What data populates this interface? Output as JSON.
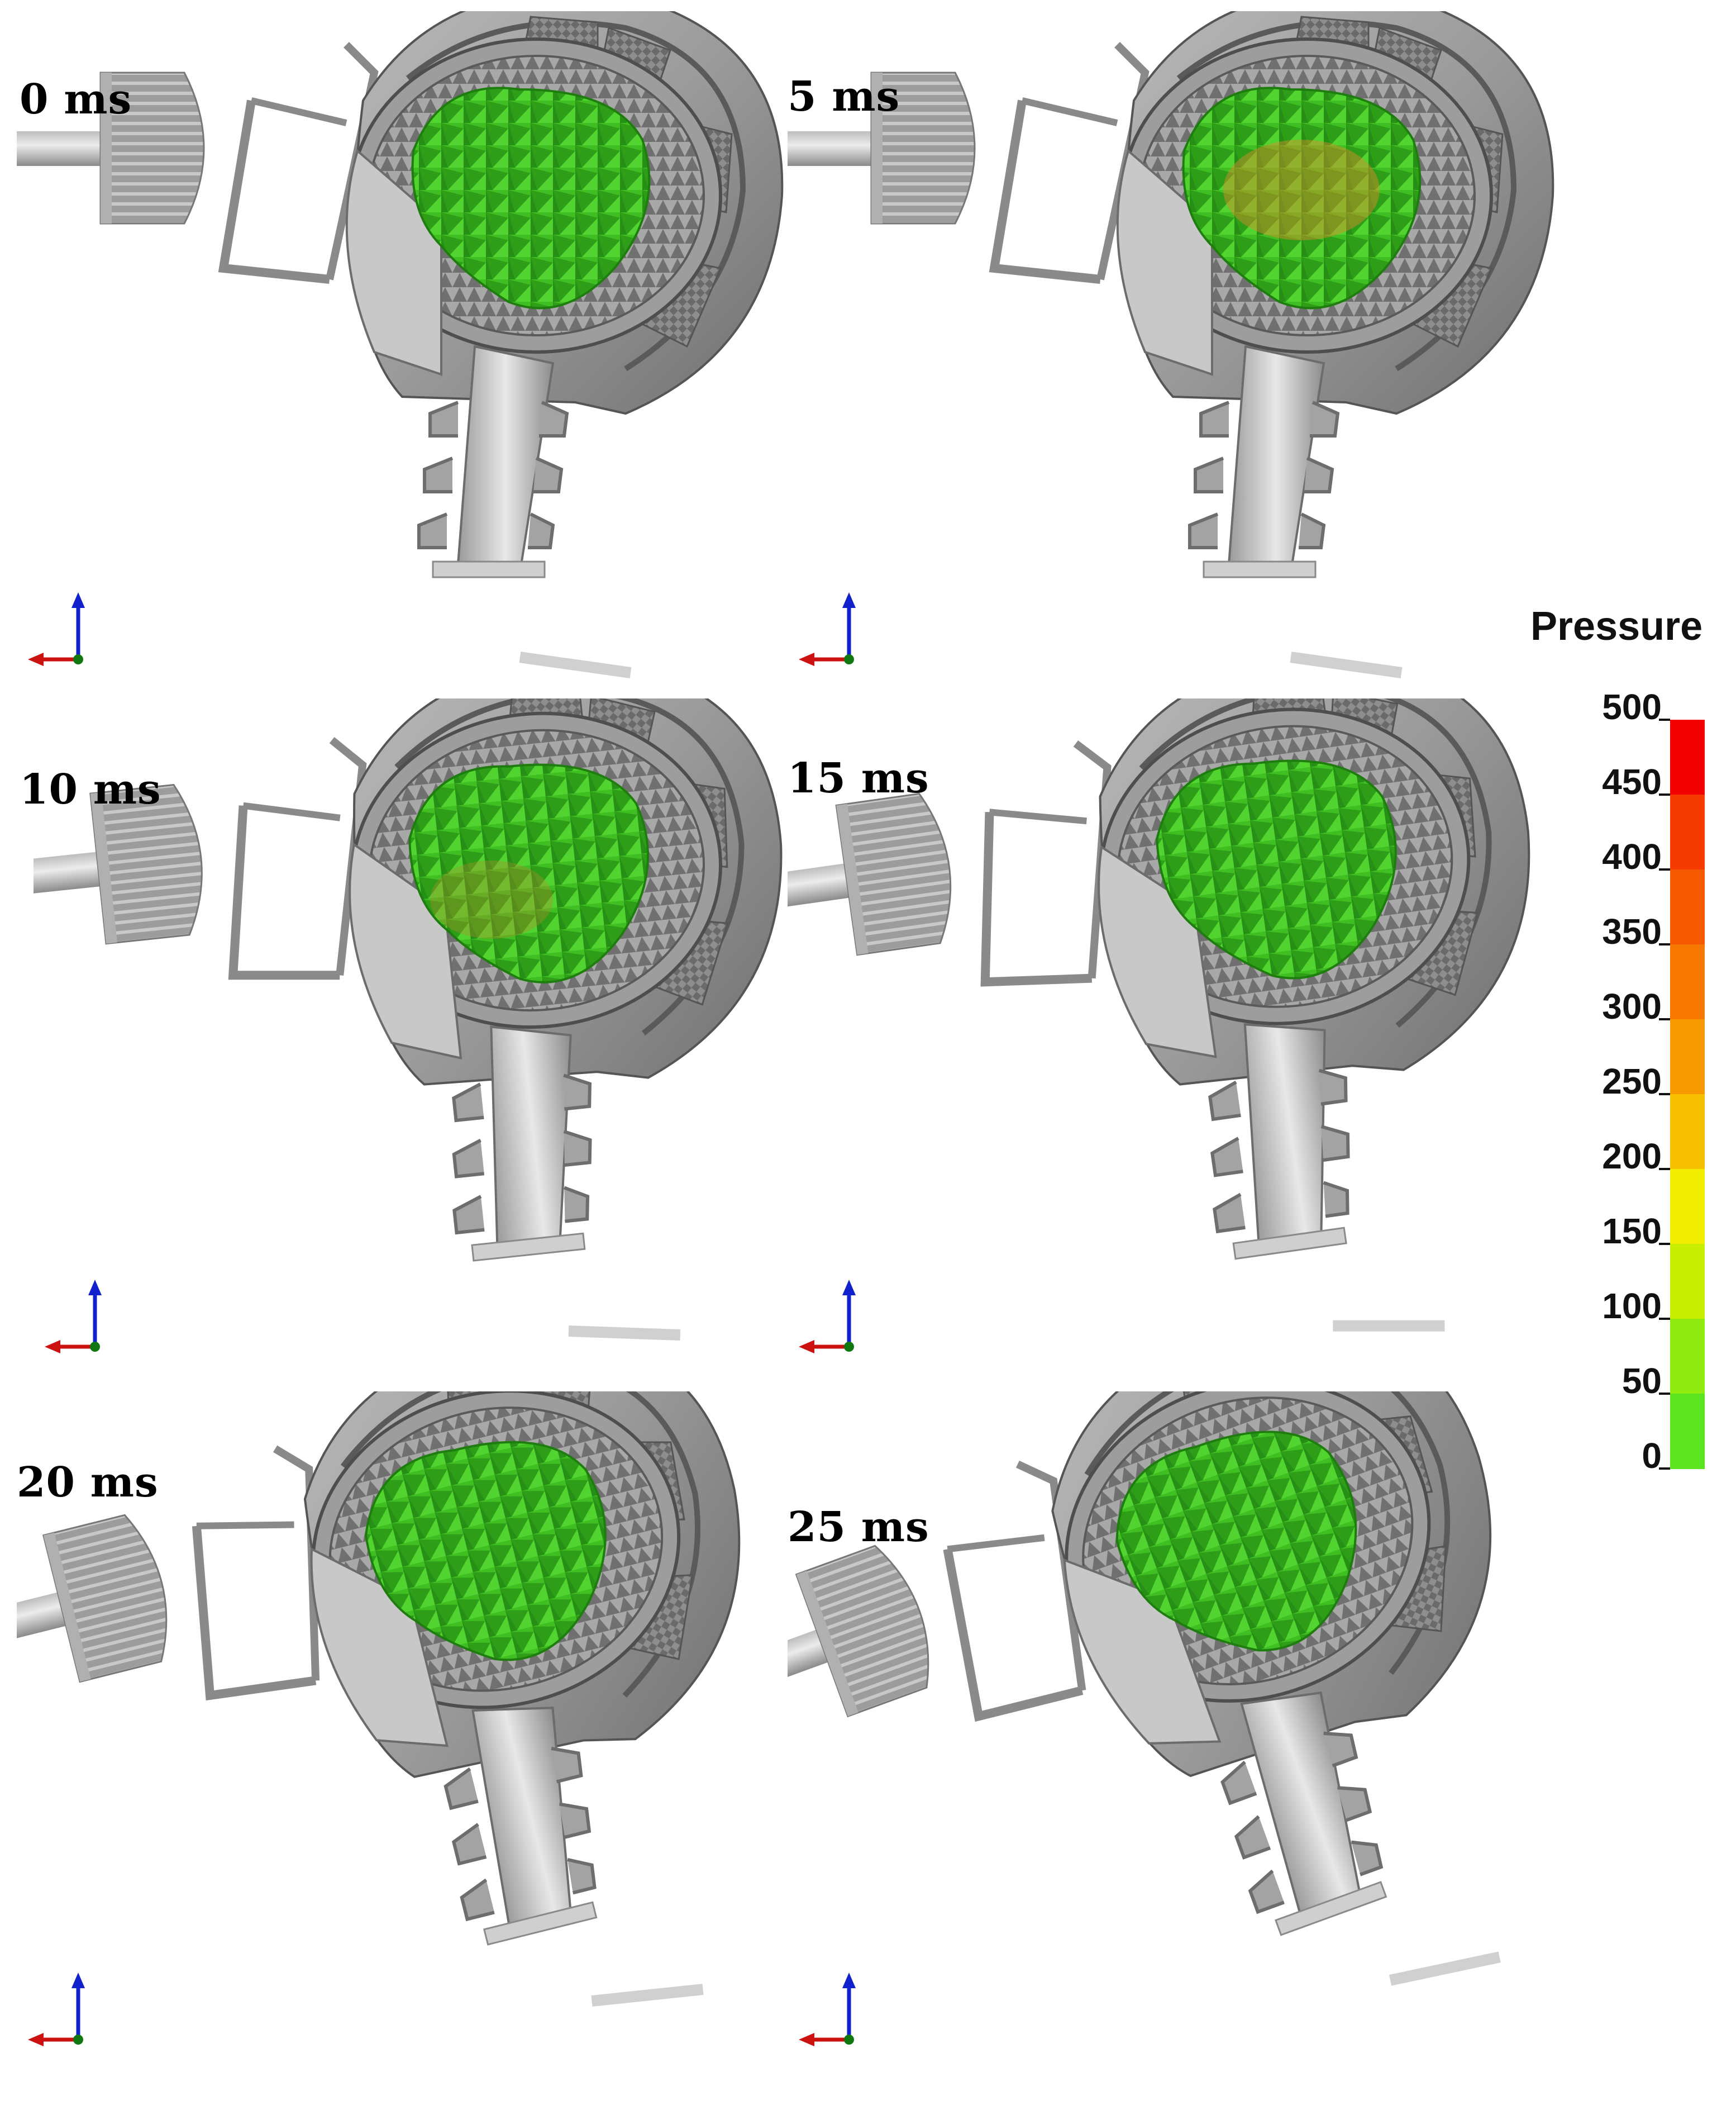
{
  "panels": [
    {
      "id": "p0",
      "label": "0 ms"
    },
    {
      "id": "p5",
      "label": "5 ms"
    },
    {
      "id": "p10",
      "label": "10 ms"
    },
    {
      "id": "p15",
      "label": "15 ms"
    },
    {
      "id": "p20",
      "label": "20 ms"
    },
    {
      "id": "p25",
      "label": "25 ms"
    }
  ],
  "legend": {
    "title": "Pressure",
    "ticks": [
      "500",
      "450",
      "400",
      "350",
      "300",
      "250",
      "200",
      "150",
      "100",
      "50",
      "0"
    ],
    "colors": [
      "#f20000",
      "#f53b00",
      "#f65a00",
      "#f77800",
      "#f79a00",
      "#f6c000",
      "#f2ec00",
      "#c8ef00",
      "#90eb10",
      "#5ce420",
      "#3de428"
    ]
  },
  "colors": {
    "mesh_gray": "#8f8f8f",
    "brain_green": "#3cc020",
    "axis_red": "#cc1111",
    "axis_blue": "#1122cc",
    "axis_green": "#117711"
  },
  "icons": {
    "axis_triad": "xyz-axis-icon"
  }
}
